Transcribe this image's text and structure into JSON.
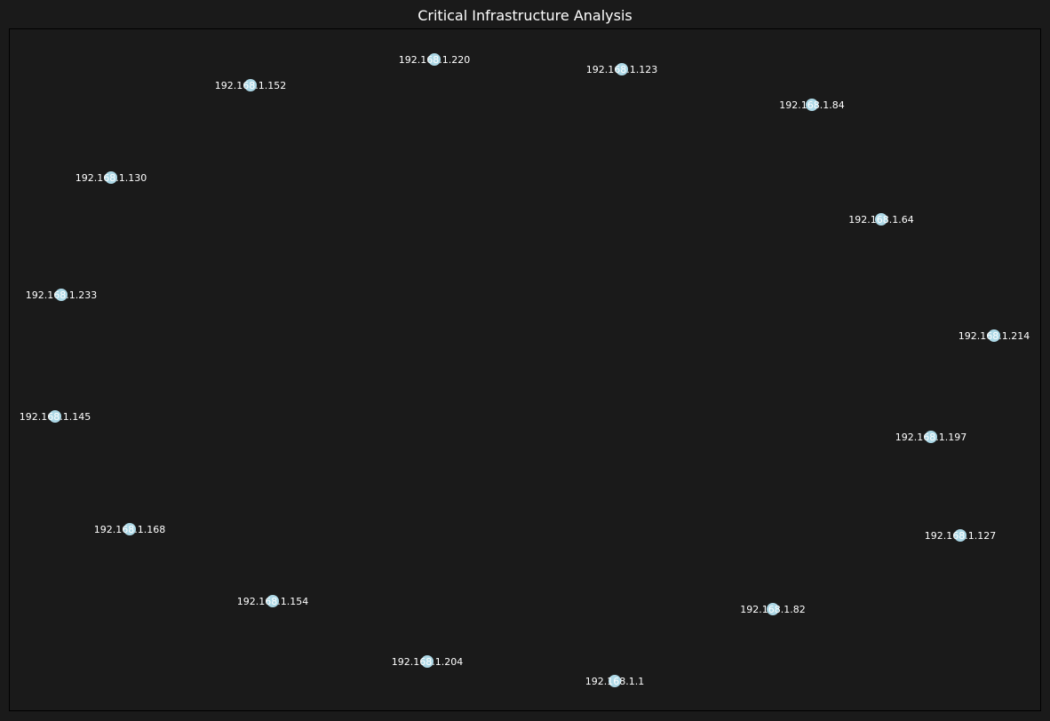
{
  "title": "Critical Infrastructure Analysis",
  "colors": {
    "background": "#1a1a1a",
    "node_fill": "#add8e6",
    "label": "#ffffff",
    "title": "#ffffff"
  },
  "nodes": [
    {
      "id": "n1",
      "label": "192.168.1.220"
    },
    {
      "id": "n2",
      "label": "192.168.1.123"
    },
    {
      "id": "n3",
      "label": "192.168.1.152"
    },
    {
      "id": "n4",
      "label": "192.168.1.84"
    },
    {
      "id": "n5",
      "label": "192.168.1.130"
    },
    {
      "id": "n6",
      "label": "192.168.1.64"
    },
    {
      "id": "n7",
      "label": "192.168.1.233"
    },
    {
      "id": "n8",
      "label": "192.168.1.214"
    },
    {
      "id": "n9",
      "label": "192.168.1.145"
    },
    {
      "id": "n10",
      "label": "192.168.1.197"
    },
    {
      "id": "n11",
      "label": "192.168.1.168"
    },
    {
      "id": "n12",
      "label": "192.168.1.127"
    },
    {
      "id": "n13",
      "label": "192.168.1.154"
    },
    {
      "id": "n14",
      "label": "192.168.1.82"
    },
    {
      "id": "n15",
      "label": "192.168.1.204"
    },
    {
      "id": "n16",
      "label": "192.168.1.1"
    }
  ]
}
